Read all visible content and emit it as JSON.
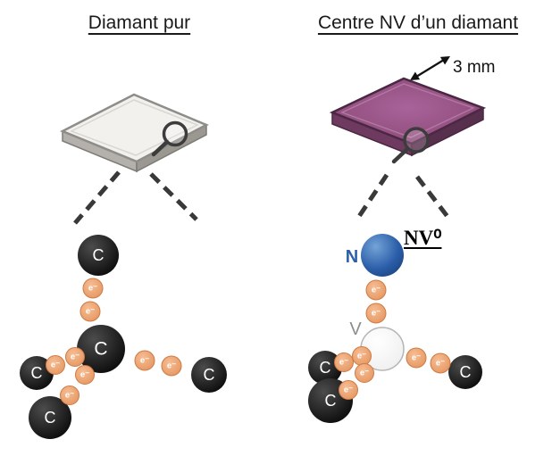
{
  "left_panel": {
    "title": "Diamant pur"
  },
  "right_panel": {
    "title": "Centre NV d’un diamant",
    "scale_label": "3 mm",
    "nv_center_label": "NV⁰",
    "nitrogen_label": "N",
    "vacancy_label": "V"
  },
  "labels": {
    "carbon": "C",
    "electron": "e⁻"
  },
  "colors": {
    "pure_diamond_top": "#f2f1ee",
    "nv_diamond_top": "#9a5385",
    "electron_fill": "#eda571",
    "nitrogen_fill": "#2b5ea9",
    "vacancy_fill": "#f4f4f4",
    "carbon_fill": "#141414",
    "dash_color": "#3a3937"
  }
}
